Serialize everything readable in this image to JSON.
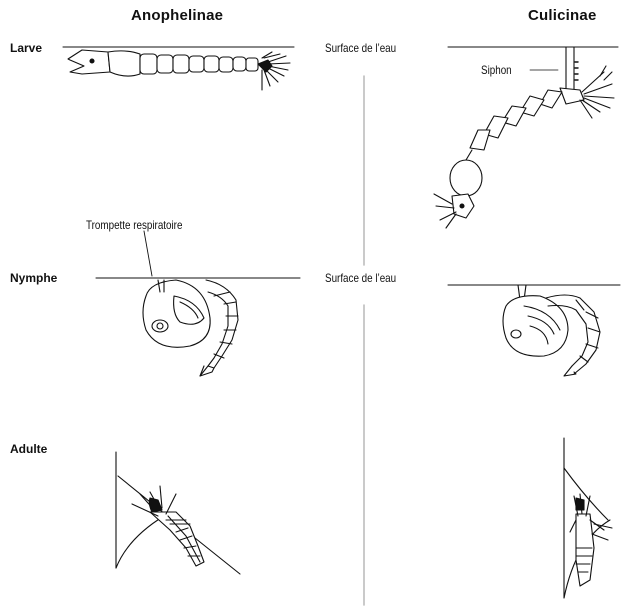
{
  "headers": {
    "left": "Anophelinae",
    "right": "Culicinae"
  },
  "rows": {
    "larva": "Larve",
    "pupa": "Nymphe",
    "adult": "Adulte"
  },
  "labels": {
    "surface_1": "Surface de l’eau",
    "surface_2": "Surface de l’eau",
    "siphon": "Siphon",
    "trumpet": "Trompette respiratoire"
  }
}
